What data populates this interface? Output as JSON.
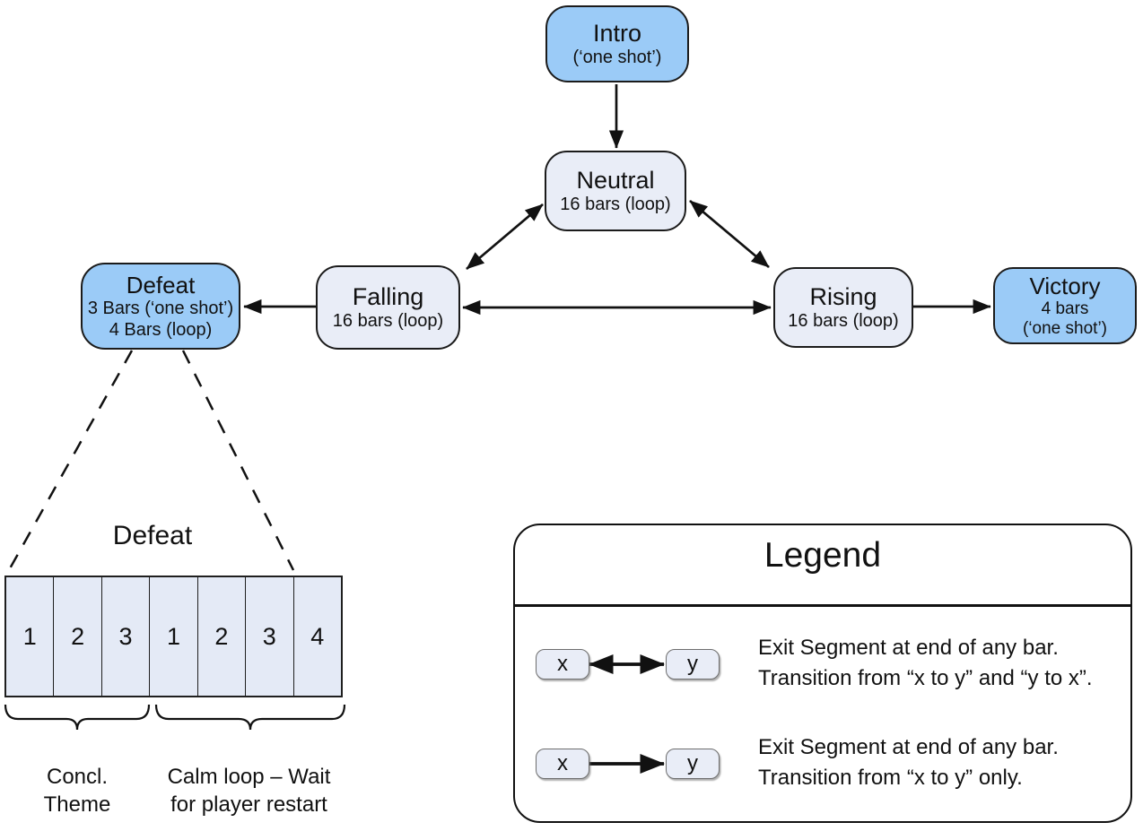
{
  "colors": {
    "node_blue": "#9bcbf7",
    "node_light": "#e9edf7",
    "cell_fill": "#e4eaf6",
    "line": "#111111"
  },
  "diagram": {
    "nodes": [
      {
        "id": "intro",
        "title": "Intro",
        "lines": [
          "(‘one shot’)"
        ],
        "variant": "blue"
      },
      {
        "id": "neutral",
        "title": "Neutral",
        "lines": [
          "16 bars (loop)"
        ],
        "variant": "light"
      },
      {
        "id": "falling",
        "title": "Falling",
        "lines": [
          "16 bars (loop)"
        ],
        "variant": "light"
      },
      {
        "id": "rising",
        "title": "Rising",
        "lines": [
          "16 bars (loop)"
        ],
        "variant": "light"
      },
      {
        "id": "defeat",
        "title": "Defeat",
        "lines": [
          "3 Bars (‘one shot’)",
          "4 Bars (loop)"
        ],
        "variant": "blue"
      },
      {
        "id": "victory",
        "title": "Victory",
        "lines": [
          "4 bars",
          "(‘one shot’)"
        ],
        "variant": "blue"
      }
    ],
    "edges": [
      {
        "from": "intro",
        "to": "neutral",
        "bidirectional": false
      },
      {
        "from": "neutral",
        "to": "falling",
        "bidirectional": true
      },
      {
        "from": "neutral",
        "to": "rising",
        "bidirectional": true
      },
      {
        "from": "falling",
        "to": "rising",
        "bidirectional": true
      },
      {
        "from": "falling",
        "to": "defeat",
        "bidirectional": false
      },
      {
        "from": "rising",
        "to": "victory",
        "bidirectional": false
      }
    ]
  },
  "expansion": {
    "title": "Defeat",
    "cells": [
      "1",
      "2",
      "3",
      "1",
      "2",
      "3",
      "4"
    ],
    "groups": [
      {
        "line1": "Concl.",
        "line2": "Theme",
        "cells_spanned": 3
      },
      {
        "line1": "Calm loop – Wait",
        "line2": "for player restart",
        "cells_spanned": 4
      }
    ]
  },
  "legend": {
    "title": "Legend",
    "rows": [
      {
        "from": "x",
        "to": "y",
        "bidirectional": true,
        "line1": "Exit Segment at end of any bar.",
        "line2": "Transition from “x to y” and “y to x”."
      },
      {
        "from": "x",
        "to": "y",
        "bidirectional": false,
        "line1": "Exit Segment at end of any bar.",
        "line2": "Transition from “x to y” only."
      }
    ]
  }
}
